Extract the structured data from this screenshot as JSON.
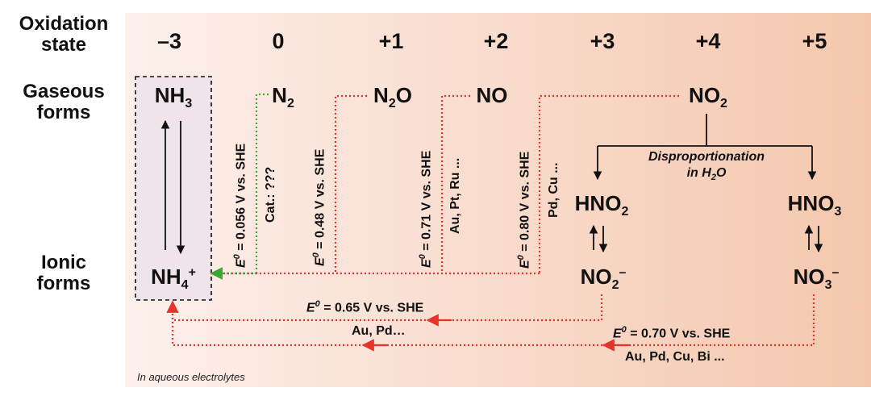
{
  "row_labels": {
    "oxidation_state": [
      "Oxidation",
      "state"
    ],
    "gaseous_forms": [
      "Gaseous",
      "forms"
    ],
    "ionic_forms": [
      "Ionic",
      "forms"
    ]
  },
  "oxidation_states": [
    "–3",
    "0",
    "+1",
    "+2",
    "+3",
    "+4",
    "+5"
  ],
  "species": {
    "nh3": {
      "base": "NH",
      "sub": "3",
      "sup": ""
    },
    "nh4": {
      "base": "NH",
      "sub": "4",
      "sup": "+"
    },
    "n2": {
      "base": "N",
      "sub": "2",
      "sup": ""
    },
    "n2o": {
      "base": "N",
      "sub": "2",
      "rest": "O"
    },
    "no": {
      "base": "NO"
    },
    "no2": {
      "base": "NO",
      "sub": "2"
    },
    "hno2": {
      "base": "HNO",
      "sub": "2"
    },
    "hno3": {
      "base": "HNO",
      "sub": "3"
    },
    "no2_ion": {
      "base": "NO",
      "sub": "2",
      "sup": "–"
    },
    "no3_ion": {
      "base": "NO",
      "sub": "3",
      "sup": "–"
    }
  },
  "potentials": {
    "e0_symbol": "E",
    "e0_sup": "0",
    "n2": " = 0.056 V vs. SHE",
    "n2o": " = 0.48 V vs. SHE",
    "no": " = 0.71 V vs. SHE",
    "no2": " = 0.80 V vs. SHE",
    "no2_ion": " = 0.65 V vs. SHE",
    "no3_ion": " = 0.70 V vs. SHE"
  },
  "catalysts": {
    "n2": "Cat.: ???",
    "no": "Au, Pt, Ru ...",
    "no2": "Pd, Cu ...",
    "no2_ion": "Au, Pd…",
    "no3_ion": "Au, Pd, Cu, Bi ..."
  },
  "disproportionation": {
    "line1": "Disproportionation",
    "line2_pre": "in H",
    "line2_sub": "2",
    "line2_post": "O"
  },
  "footnote": "In aqueous electrolytes",
  "colors": {
    "background_start": "#fdf0ec",
    "background_end": "#f4c7ad",
    "red_dotted": "#e8332a",
    "green_dotted": "#3aa835",
    "text": "#111111",
    "ammonia_box": "#efe4ea"
  }
}
